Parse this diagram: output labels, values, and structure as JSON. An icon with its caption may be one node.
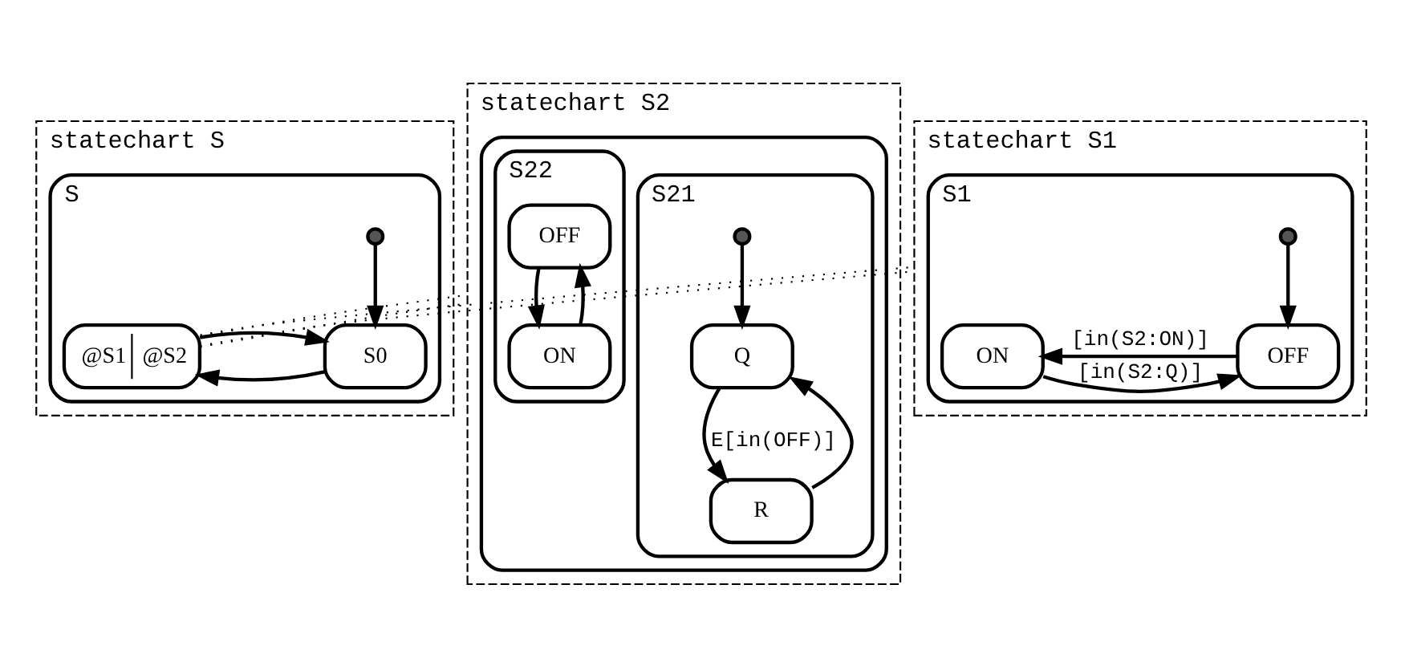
{
  "diagram": {
    "nodes": [
      {
        "text": [
          "statechart S"
        ]
      },
      {
        "text": [
          "S"
        ],
        "in": 0
      },
      {
        "text": [],
        "shape": "circle",
        "in": 1
      },
      {
        "text": [
          "S0"
        ],
        "in": 1
      },
      {
        "text": [
          "@S1",
          "@S2"
        ],
        "in": 1
      },
      {
        "text": [
          "statechart S2"
        ]
      },
      {
        "text": [],
        "shape": "box",
        "in": 5
      },
      {
        "text": [
          "S21"
        ],
        "in": 6
      },
      {
        "text": [],
        "shape": "circle",
        "in": 7
      },
      {
        "text": [
          "Q"
        ],
        "in": 7
      },
      {
        "text": [
          "R"
        ],
        "in": 7
      },
      {
        "text": [
          "S22"
        ],
        "in": 6
      },
      {
        "text": [
          "OFF"
        ],
        "in": 11
      },
      {
        "text": [
          "ON"
        ],
        "in": 11
      },
      {
        "text": [
          "statechart S1"
        ]
      },
      {
        "text": [
          "S1"
        ],
        "in": 14
      },
      {
        "text": [],
        "shape": "circle",
        "in": 15
      },
      {
        "text": [
          "OFF"
        ],
        "in": 15
      },
      {
        "text": [
          "ON"
        ],
        "in": 15
      }
    ],
    "edges": [
      {
        "from": 2,
        "to": 3,
        "arrow": "to"
      },
      {
        "from": 3,
        "to": 4,
        "arrow": "to"
      },
      {
        "from": 4,
        "to": 3,
        "arrow": "to"
      },
      {
        "from": 8,
        "to": 9,
        "arrow": "to"
      },
      {
        "from": 9,
        "to": 10,
        "arrow": "to",
        "label": "E[in(OFF)]"
      },
      {
        "from": 10,
        "to": 9,
        "arrow": "to"
      },
      {
        "from": 12,
        "to": 13,
        "arrow": "to"
      },
      {
        "from": 13,
        "to": 12,
        "arrow": "to"
      },
      {
        "from": 16,
        "to": 17,
        "arrow": "to"
      },
      {
        "from": 17,
        "to": 18,
        "arrow": "to",
        "label": "[in(S2:ON)]"
      },
      {
        "from": 18,
        "to": 17,
        "arrow": "to",
        "label": "[in(S2:Q)]"
      },
      {
        "from": 4,
        "to": 5,
        "arrow": "none",
        "style": "dashed"
      },
      {
        "from": 4,
        "to": 5,
        "arrow": "none",
        "style": "dashed"
      },
      {
        "from": 4,
        "to": 14,
        "arrow": "none",
        "style": "dashed"
      },
      {
        "from": 4,
        "to": 14,
        "arrow": "none",
        "style": "dashed"
      }
    ]
  }
}
